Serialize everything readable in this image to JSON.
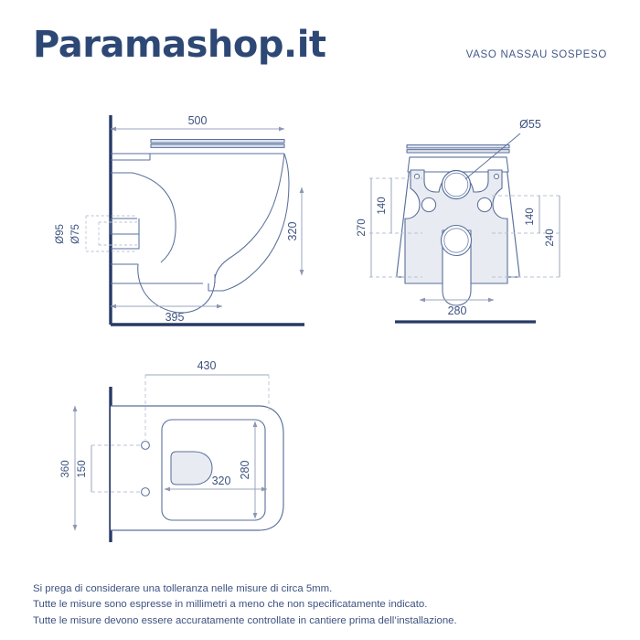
{
  "header": {
    "brand": "Paramashop.it",
    "product_title": "VASO NASSAU SOSPESO"
  },
  "colors": {
    "brand_navy": "#2e4875",
    "line_blue": "#44598a",
    "wall_navy": "#273a66",
    "dim_gray": "#9aa6bd",
    "fill_gray": "#e8ebf1",
    "text": "#3d5280"
  },
  "views": {
    "side": {
      "name": "side-elevation",
      "dimensions": {
        "overall_length": "500",
        "projection": "395",
        "height": "320",
        "outlet_outer": "Ø95",
        "outlet_inner": "Ø75"
      }
    },
    "rear": {
      "name": "rear-elevation",
      "dimensions": {
        "hole": "Ø55",
        "height_left_outer": "270",
        "height_left_inner": "140",
        "height_right_inner": "140",
        "height_right_outer": "240",
        "width": "280"
      }
    },
    "plan": {
      "name": "plan-view",
      "dimensions": {
        "bolt_span": "430",
        "depth_overall": "360",
        "bolt_spacing": "150",
        "seat_depth": "280",
        "seat_width": "320"
      }
    }
  },
  "footer": {
    "line1": "Si prega di considerare una tolleranza nelle misure di circa 5mm.",
    "line2": "Tutte le misure sono espresse in millimetri a meno che non specificatamente indicato.",
    "line3": "Tutte le misure devono essere accuratamente controllate in cantiere prima dell’installazione."
  }
}
